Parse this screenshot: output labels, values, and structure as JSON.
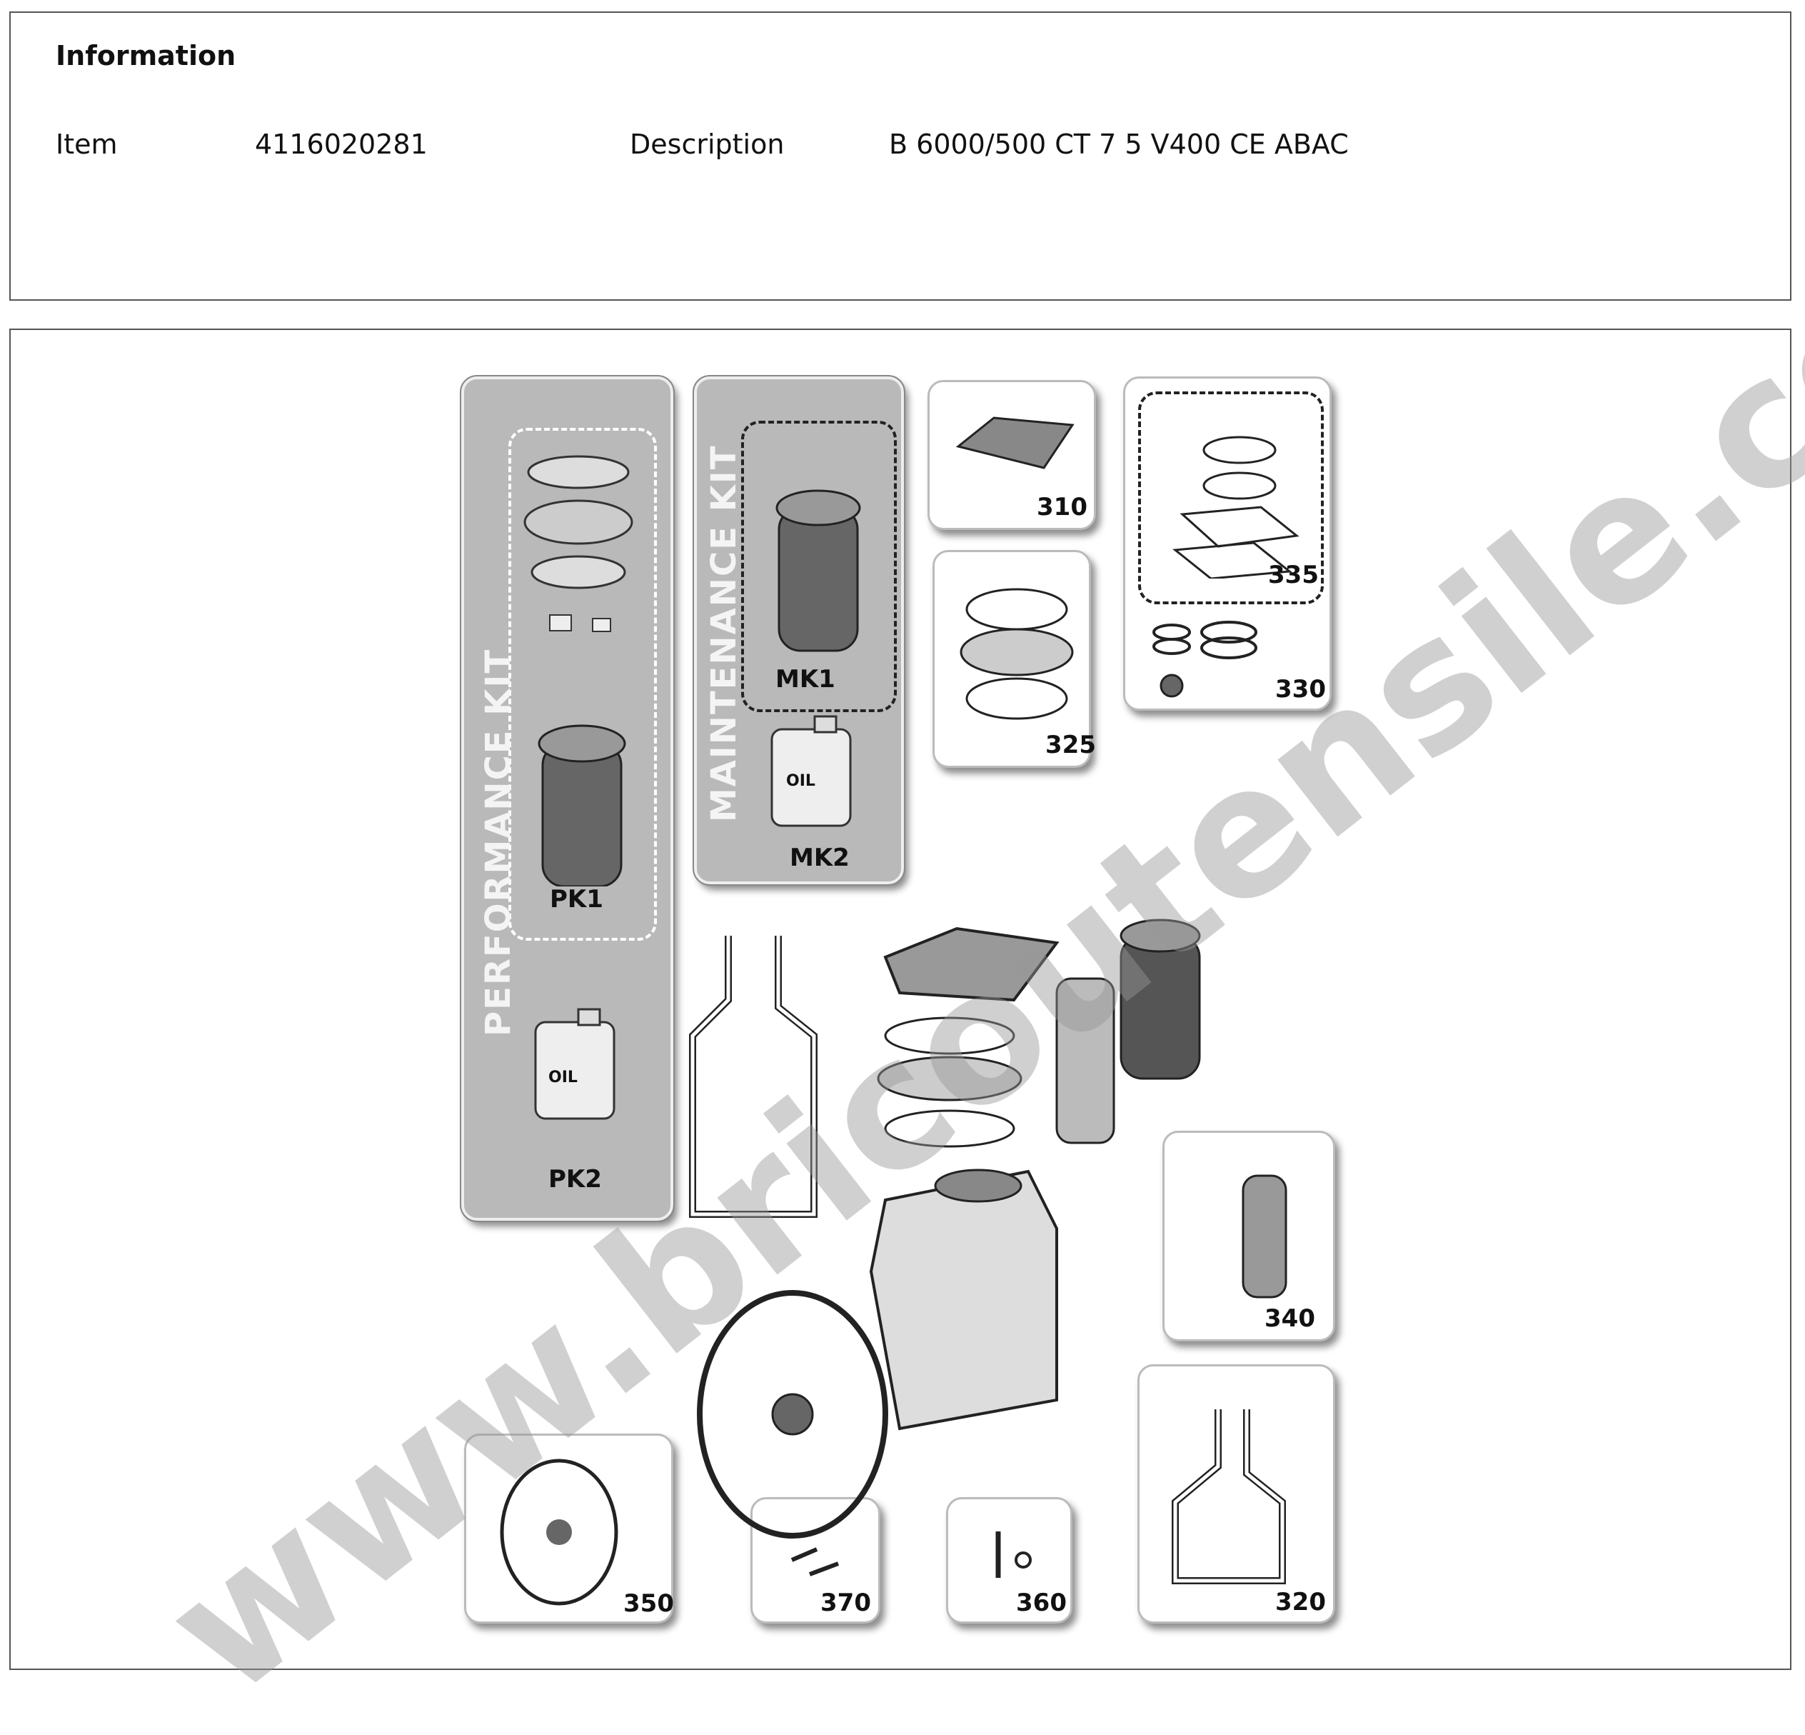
{
  "info": {
    "heading": "Information",
    "item_label": "Item",
    "item_value": "4116020281",
    "description_label": "Description",
    "description_value": "B 6000/500 CT 7 5 V400 CE ABAC"
  },
  "diagram": {
    "performance_kit": {
      "title": "PERFORMANCE KIT",
      "parts": [
        "PK1",
        "PK2"
      ]
    },
    "maintenance_kit": {
      "title": "MAINTENANCE KIT",
      "parts": [
        "MK1",
        "MK2"
      ]
    },
    "oil_label": "OIL",
    "parts": [
      "310",
      "325",
      "335",
      "330",
      "340",
      "320",
      "350",
      "370",
      "360"
    ],
    "watermark": "www.bricoutensile.com"
  }
}
